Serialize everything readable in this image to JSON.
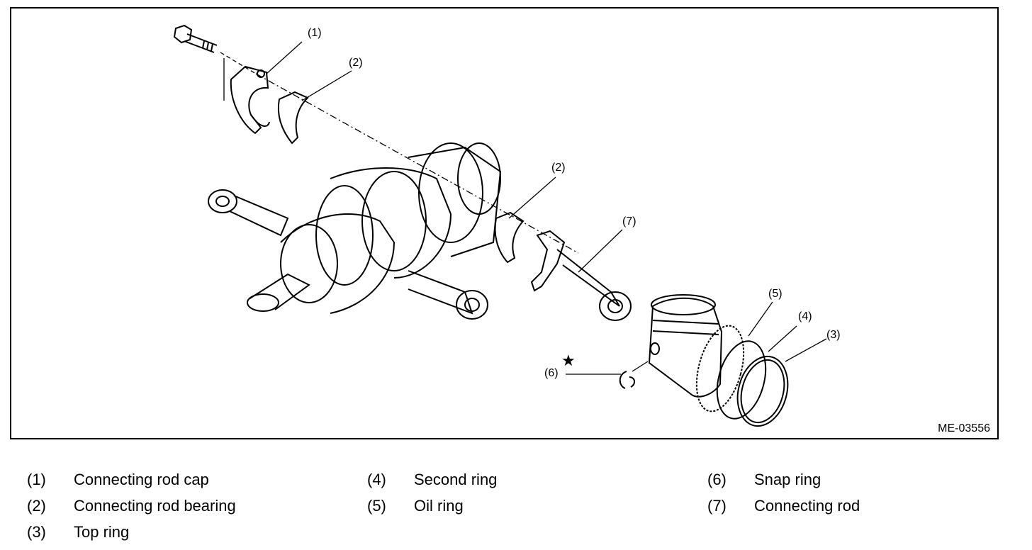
{
  "figure": {
    "code": "ME-03556",
    "callouts": {
      "c1": "(1)",
      "c2a": "(2)",
      "c2b": "(2)",
      "c7": "(7)",
      "c5": "(5)",
      "c4": "(4)",
      "c3": "(3)",
      "c6": "(6)",
      "star": "★"
    }
  },
  "legend": [
    {
      "num": "(1)",
      "label": "Connecting rod cap"
    },
    {
      "num": "(2)",
      "label": "Connecting rod bearing"
    },
    {
      "num": "(3)",
      "label": "Top ring"
    },
    {
      "num": "(4)",
      "label": "Second ring"
    },
    {
      "num": "(5)",
      "label": "Oil ring"
    },
    {
      "num": "(6)",
      "label": "Snap ring"
    },
    {
      "num": "(7)",
      "label": "Connecting rod"
    }
  ]
}
